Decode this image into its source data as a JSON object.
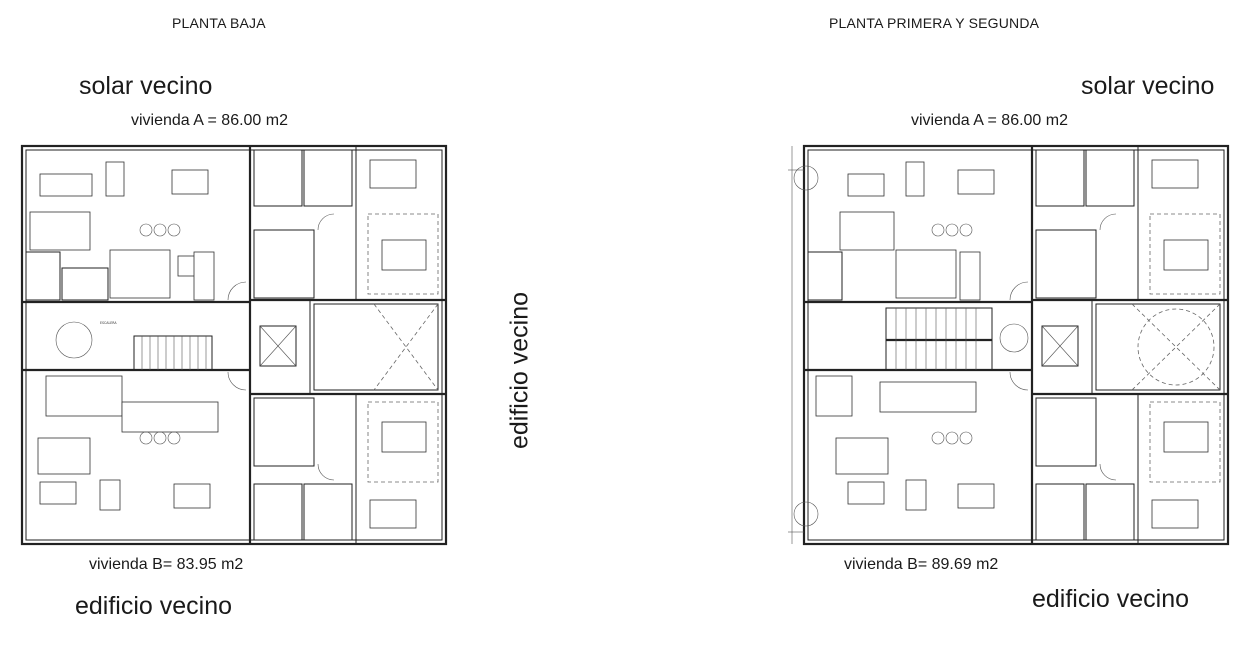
{
  "left_plan": {
    "title": "PLANTA BAJA",
    "top_neighbor": "solar vecino",
    "unit_a_area": "vivienda A = 86.00 m2",
    "unit_b_area": "vivienda  B= 83.95 m2",
    "bottom_neighbor": "edificio vecino",
    "stair_label": "ESCALERA"
  },
  "side_label": "edificio vecino",
  "right_plan": {
    "title": "PLANTA PRIMERA  Y SEGUNDA",
    "top_neighbor": "solar vecino",
    "unit_a_area": "vivienda A = 86.00 m2",
    "unit_b_area": "vivienda  B= 89.69 m2",
    "bottom_neighbor": "edificio vecino"
  },
  "colors": {
    "line": "#222222",
    "background": "#ffffff"
  }
}
